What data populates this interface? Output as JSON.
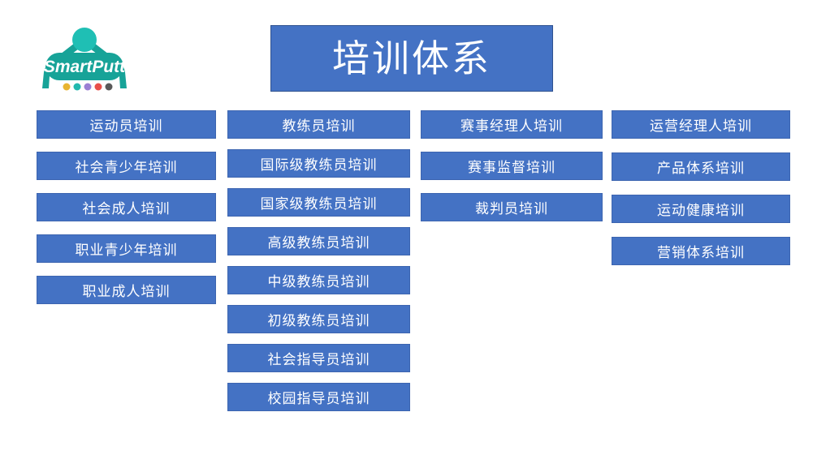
{
  "slide": {
    "title": "培训体系",
    "background_color": "#FFFFFF",
    "accent_color": "#4472C4",
    "border_color": "#2F528F"
  },
  "logo": {
    "name": "smartputt-logo",
    "wordmark": "SmartPutt",
    "primary_color": "#17A398",
    "ball_color": "#1FBFB4",
    "dot_colors": [
      "#E8B531",
      "#22B8AE",
      "#9B7FD4",
      "#E8504A",
      "#595959"
    ]
  },
  "columns": [
    {
      "name": "athlete-training",
      "header": "运动员培训",
      "items": [
        "社会青少年培训",
        "社会成人培训",
        "职业青少年培训",
        "职业成人培训"
      ]
    },
    {
      "name": "coach-training",
      "header": "教练员培训",
      "items": [
        "国际级教练员培训",
        "国家级教练员培训",
        "高级教练员培训",
        "中级教练员培训",
        "初级教练员培训",
        "社会指导员培训",
        "校园指导员培训"
      ]
    },
    {
      "name": "event-manager-training",
      "header": "赛事经理人培训",
      "items": [
        "赛事监督培训",
        "裁判员培训"
      ]
    },
    {
      "name": "operations-manager-training",
      "header": "运营经理人培训",
      "items": [
        "产品体系培训",
        "运动健康培训",
        "营销体系培训"
      ]
    }
  ]
}
